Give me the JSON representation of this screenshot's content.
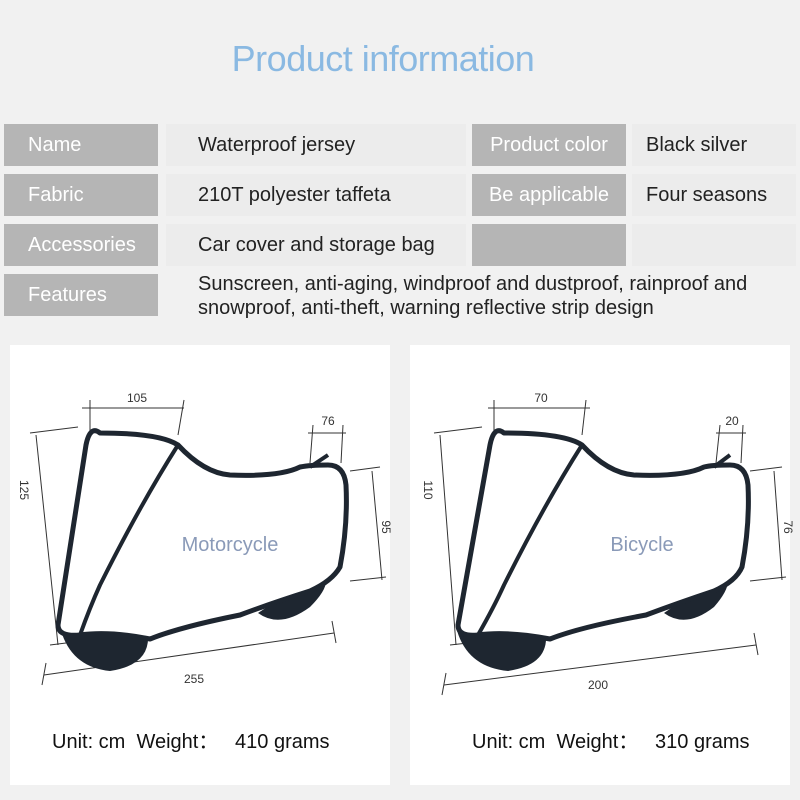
{
  "title": "Product information",
  "rows": [
    {
      "label": "Name",
      "value": "Waterproof jersey",
      "label2": "Product color",
      "value2": "Black silver"
    },
    {
      "label": "Fabric",
      "value": "210T polyester taffeta",
      "label2": "Be applicable",
      "value2": "Four seasons"
    },
    {
      "label": "Accessories",
      "value": "Car cover and storage bag"
    },
    {
      "label": "Features",
      "value": "Sunscreen, anti-aging, windproof and dustproof, rainproof and snowproof, anti-theft, warning reflective strip design"
    }
  ],
  "panels": [
    {
      "name": "Motorcycle",
      "dims": {
        "top": "105",
        "right_top": "76",
        "left": "125",
        "right": "95",
        "bottom": "255"
      },
      "unit": "Unit: cm",
      "weight_label": "Weight：",
      "weight": "410 grams"
    },
    {
      "name": "Bicycle",
      "dims": {
        "top": "70",
        "right_top": "20",
        "left": "110",
        "right": "76",
        "bottom": "200"
      },
      "unit": "Unit: cm",
      "weight_label": "Weight：",
      "weight": "310 grams"
    }
  ]
}
